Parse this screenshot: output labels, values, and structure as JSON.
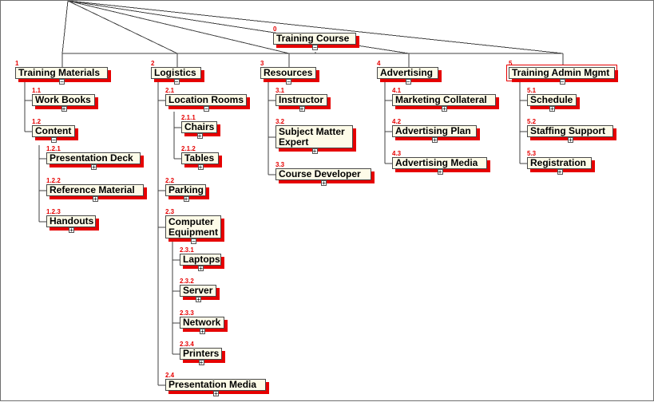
{
  "colors": {
    "number": "#e60000",
    "shadow": "#e60000",
    "node_fill": "#fdfbe8",
    "line": "#404040"
  },
  "root": {
    "id": "root",
    "num": "0",
    "label": "Training Course"
  },
  "categories": [
    {
      "id": "c1",
      "num": "1",
      "label": "Training Materials"
    },
    {
      "id": "c2",
      "num": "2",
      "label": "Logistics"
    },
    {
      "id": "c3",
      "num": "3",
      "label": "Resources"
    },
    {
      "id": "c4",
      "num": "4",
      "label": "Advertising"
    },
    {
      "id": "c5",
      "num": "5",
      "label": "Training Admin Mgmt"
    }
  ],
  "nodes": [
    {
      "id": "n11",
      "num": "1.1",
      "label": "Work Books"
    },
    {
      "id": "n12",
      "num": "1.2",
      "label": "Content"
    },
    {
      "id": "n121",
      "num": "1.2.1",
      "label": "Presentation Deck"
    },
    {
      "id": "n122",
      "num": "1.2.2",
      "label": "Reference Material"
    },
    {
      "id": "n123",
      "num": "1.2.3",
      "label": "Handouts"
    },
    {
      "id": "n21",
      "num": "2.1",
      "label": "Location Rooms"
    },
    {
      "id": "n211",
      "num": "2.1.1",
      "label": "Chairs"
    },
    {
      "id": "n212",
      "num": "2.1.2",
      "label": "Tables"
    },
    {
      "id": "n22",
      "num": "2.2",
      "label": "Parking"
    },
    {
      "id": "n23",
      "num": "2.3",
      "label": "Computer Equipment"
    },
    {
      "id": "n231",
      "num": "2.3.1",
      "label": "Laptops"
    },
    {
      "id": "n232",
      "num": "2.3.2",
      "label": "Server"
    },
    {
      "id": "n233",
      "num": "2.3.3",
      "label": "Network"
    },
    {
      "id": "n234",
      "num": "2.3.4",
      "label": "Printers"
    },
    {
      "id": "n24",
      "num": "2.4",
      "label": "Presentation Media"
    },
    {
      "id": "n31",
      "num": "3.1",
      "label": "Instructor"
    },
    {
      "id": "n32",
      "num": "3.2",
      "label": "Subject Matter Expert"
    },
    {
      "id": "n33",
      "num": "3.3",
      "label": "Course Developer"
    },
    {
      "id": "n41",
      "num": "4.1",
      "label": "Marketing Collateral"
    },
    {
      "id": "n42",
      "num": "4.2",
      "label": "Advertising Plan"
    },
    {
      "id": "n43",
      "num": "4.3",
      "label": "Advertising  Media"
    },
    {
      "id": "n51",
      "num": "5.1",
      "label": "Schedule"
    },
    {
      "id": "n52",
      "num": "5.2",
      "label": "Staffing Support"
    },
    {
      "id": "n53",
      "num": "5.3",
      "label": "Registration"
    }
  ],
  "toggles": {
    "expanded": "−",
    "collapsed": "+"
  }
}
